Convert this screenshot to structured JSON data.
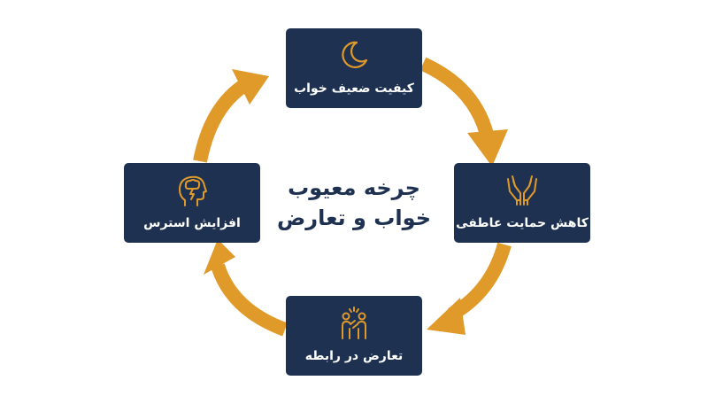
{
  "center": {
    "line1": "چرخه معیوب",
    "line2": "خواب و تعارض"
  },
  "nodes": {
    "top": {
      "label": "کیفیت ضعیف خواب",
      "icon": "crescent-moon-icon"
    },
    "right": {
      "label": "کاهش حمایت عاطفی",
      "icon": "open-hands-icon"
    },
    "bottom": {
      "label": "تعارض در رابطه",
      "icon": "arguing-people-icon"
    },
    "left": {
      "label": "افزایش استرس",
      "icon": "stressed-head-lightning-icon"
    }
  },
  "colors": {
    "node_fill": "#1f3150",
    "arrow": "#e09a2a",
    "icon": "#e09a2a",
    "label_text": "#ffffff",
    "title_text": "#1f3150"
  }
}
